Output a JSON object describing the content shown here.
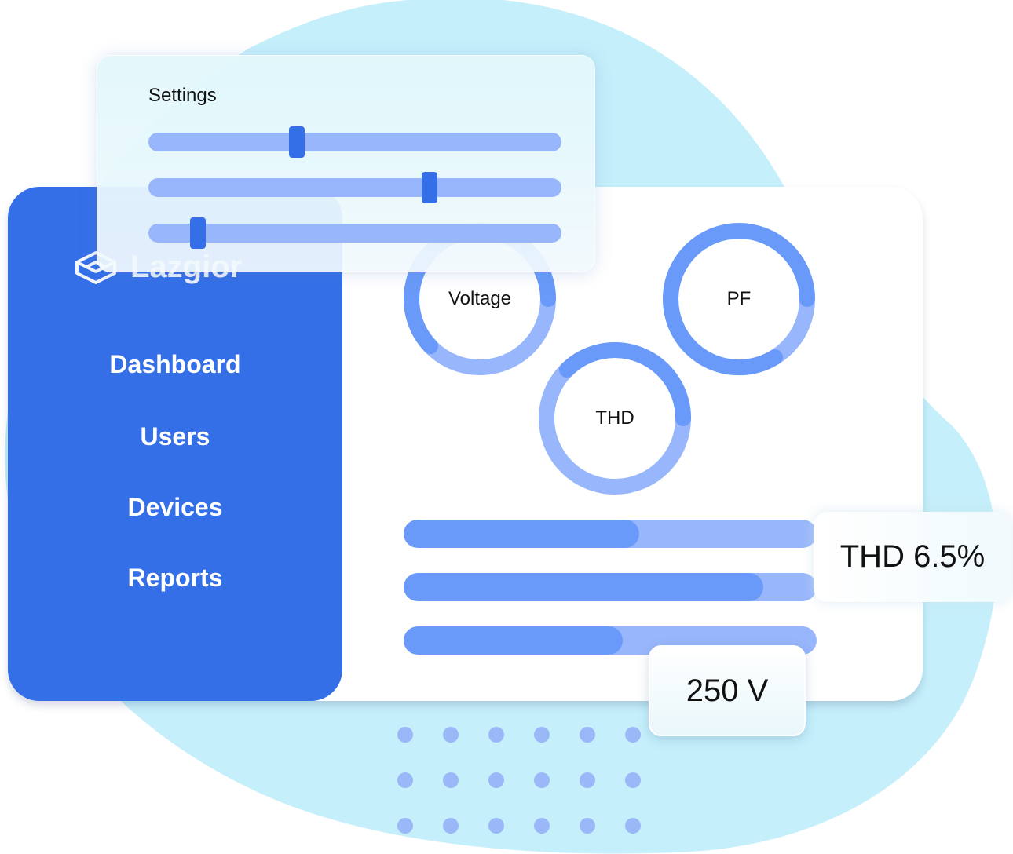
{
  "app": {
    "logo_text": "Lazgior"
  },
  "sidebar": {
    "items": [
      {
        "label": "Dashboard"
      },
      {
        "label": "Users"
      },
      {
        "label": "Devices"
      },
      {
        "label": "Reports"
      }
    ]
  },
  "settings": {
    "title": "Settings",
    "sliders": [
      {
        "value": 0.36
      },
      {
        "value": 0.68
      },
      {
        "value": 0.12
      }
    ]
  },
  "gauges": [
    {
      "label": "Voltage"
    },
    {
      "label": "PF"
    },
    {
      "label": "THD"
    }
  ],
  "bars": [
    {
      "value": 0.57
    },
    {
      "value": 0.87
    },
    {
      "value": 0.53
    }
  ],
  "callouts": {
    "thd": "THD 6.5%",
    "voltage": "250 V"
  },
  "colors": {
    "primary": "#346fe8",
    "fill": "#699af9",
    "track": "#98b6fb",
    "backdrop": "#c5effa"
  },
  "icons": {
    "logo": "cube-logo-icon"
  }
}
